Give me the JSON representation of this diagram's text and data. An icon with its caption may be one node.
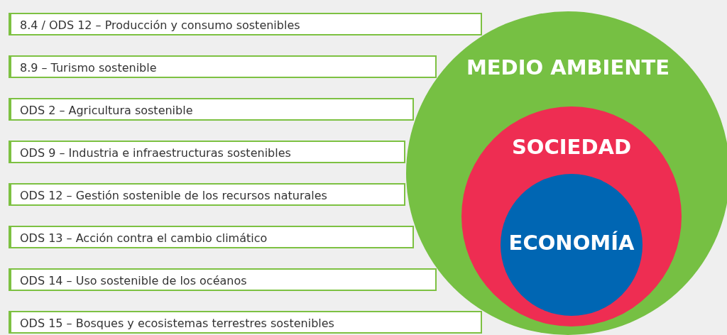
{
  "diagram": {
    "nodes": [
      {
        "text": [
          "8.4 / ODS 12 – Producción y consumo sostenibles"
        ]
      },
      {
        "text": [
          "8.9 – Turismo sostenible"
        ]
      },
      {
        "text": [
          "ODS 2 – Agricultura sostenible"
        ]
      },
      {
        "text": [
          "ODS 9 – Industria e infraestructuras sostenibles"
        ]
      },
      {
        "text": [
          "ODS 12 – Gestión sostenible de los recursos naturales"
        ]
      },
      {
        "text": [
          "ODS 13 – Acción contra el cambio climático"
        ]
      },
      {
        "text": [
          "ODS 14 – Uso sostenible de los océanos"
        ]
      },
      {
        "text": [
          "ODS 15 – Bosques y ecosistemas terrestres sostenibles"
        ]
      },
      {
        "text": [
          "MEDIO AMBIENTE"
        ]
      },
      {
        "text": [
          "SOCIEDAD"
        ],
        "in": 8
      },
      {
        "text": [
          "ECONOMÍA"
        ],
        "in": 9
      }
    ]
  }
}
